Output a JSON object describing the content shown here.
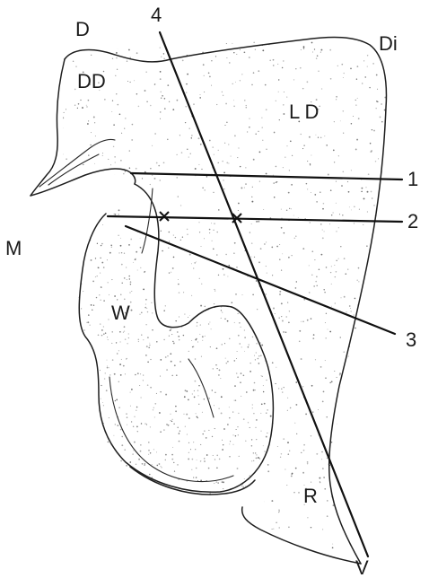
{
  "labels": {
    "D": "D",
    "DD": "DD",
    "LD": "L D",
    "Di": "Di",
    "M": "M",
    "W": "W",
    "R": "R",
    "V": "V"
  },
  "lines": {
    "one": "1",
    "two": "2",
    "three": "3",
    "four": "4"
  },
  "colors": {
    "ink": "#1e1e1e",
    "stipple": "#4a4a4a"
  }
}
